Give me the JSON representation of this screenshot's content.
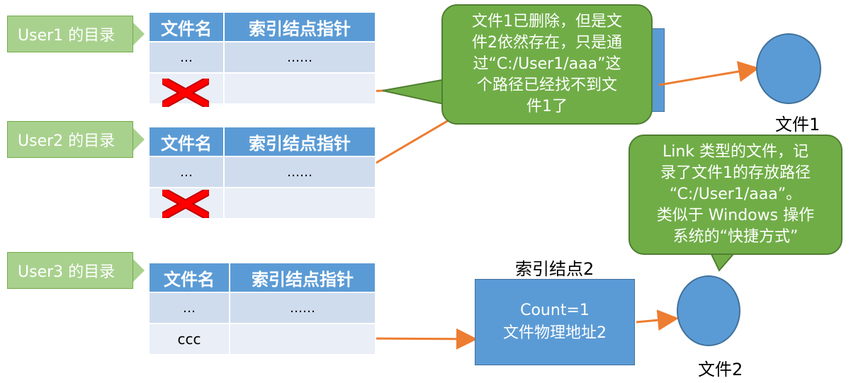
{
  "user_dirs": [
    {
      "label": "User1 的目录",
      "header": [
        "文件名",
        "索引结点指针"
      ],
      "row1": [
        "…",
        "……"
      ],
      "row2": [
        "",
        ""
      ],
      "deleted": true
    },
    {
      "label": "User2 的目录",
      "header": [
        "文件名",
        "索引结点指针"
      ],
      "row1": [
        "…",
        "……"
      ],
      "row2": [
        "",
        ""
      ],
      "deleted": true
    },
    {
      "label": "User3 的目录",
      "header": [
        "文件名",
        "索引结点指针"
      ],
      "row1": [
        "…",
        "……"
      ],
      "row2": [
        "ccc",
        ""
      ],
      "deleted": false
    }
  ],
  "index_node_2": {
    "title": "索引结点2",
    "line1": "Count=1",
    "line2": "文件物理地址2"
  },
  "file1_label": "文件1",
  "file2_label": "文件2",
  "callout_deleted": [
    "文件1已删除，但是文",
    "件2依然存在，只是通",
    "过“C:/User1/aaa”这",
    "个路径已经找不到文",
    "件1了"
  ],
  "callout_link": [
    "Link 类型的文件，记",
    "录了文件1的存放路径",
    "“C:/User1/aaa”。",
    "类似于 Windows 操作",
    "系统的“快捷方式”"
  ],
  "colors": {
    "accent": "#5b9bd5",
    "callout": "#70ad47",
    "tag": "#a9d18e",
    "arrow": "#ed7d31",
    "cross": "#ff0000"
  }
}
